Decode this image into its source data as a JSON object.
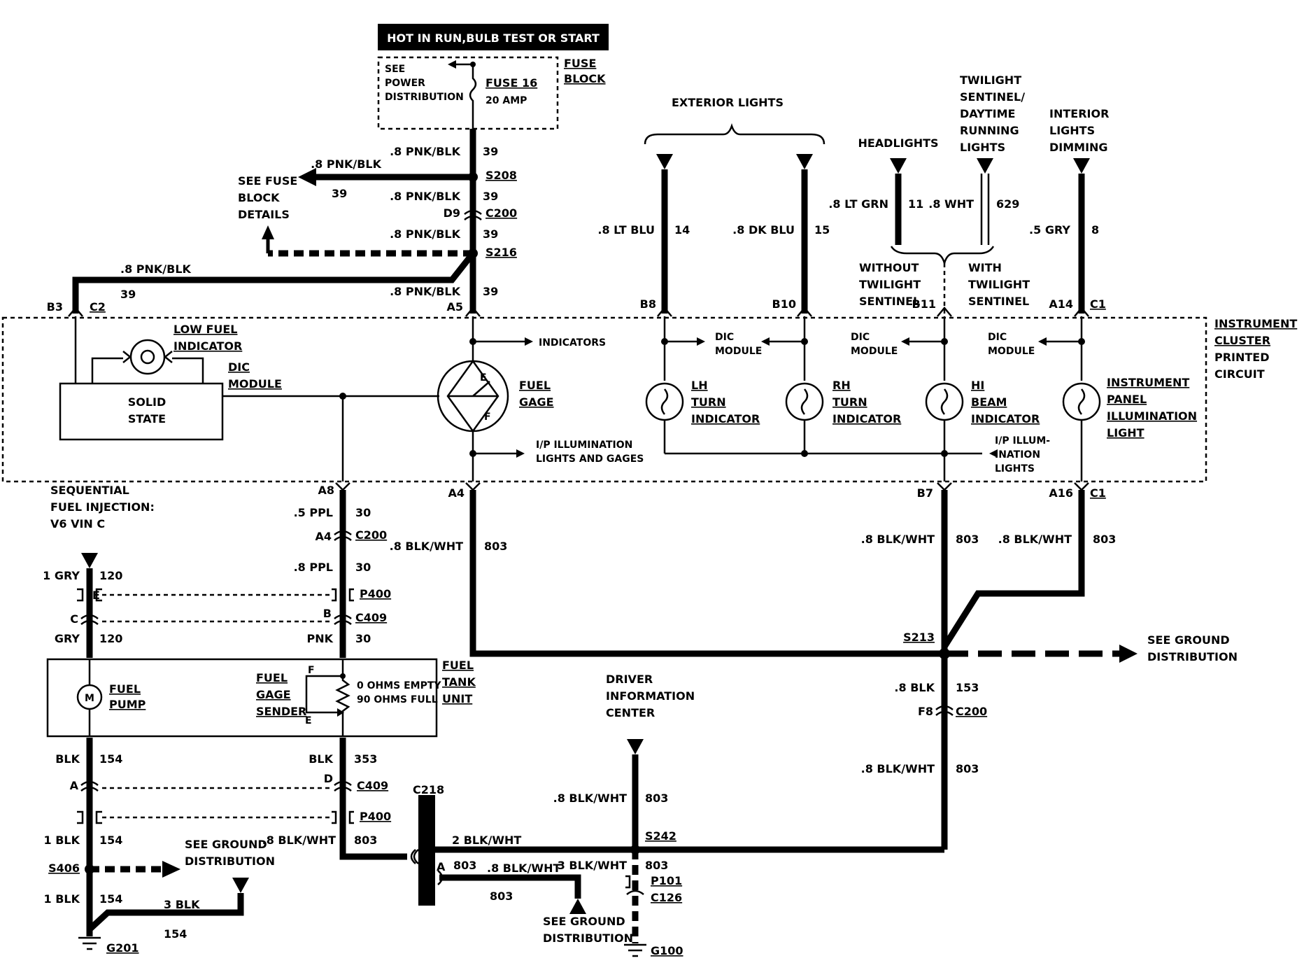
{
  "power": {
    "header": "HOT IN RUN,BULB TEST OR START",
    "see_power": [
      "SEE",
      "POWER",
      "DISTRIBUTION"
    ],
    "fuse": "FUSE 16",
    "amp": "20 AMP",
    "fuse_block": [
      "FUSE",
      "BLOCK"
    ]
  },
  "see_fuse_block": [
    "SEE FUSE",
    "BLOCK",
    "DETAILS"
  ],
  "splices": {
    "s208": "S208",
    "s216": "S216",
    "s213": "S213",
    "s242": "S242",
    "s406": "S406"
  },
  "wires": {
    "pnk1": ".8 PNK/BLK",
    "pnk2": ".8 PNK/BLK",
    "pnk3": ".8 PNK/BLK",
    "pnk4": ".8 PNK/BLK",
    "pnk5": ".8 PNK/BLK",
    "pnk6": ".8 PNK/BLK",
    "c39a": "39",
    "c39b": "39",
    "c39c": "39",
    "c39d": "39",
    "c39e": "39",
    "c39f": "39",
    "ltblu": ".8 LT BLU",
    "c14": "14",
    "dkblu": ".8 DK BLU",
    "c15": "15",
    "ltgrn": ".8 LT GRN",
    "c11": "11",
    "wht": ".8 WHT",
    "c629": "629",
    "gry": ".5 GRY",
    "c8": "8",
    "ppl1": ".5 PPL",
    "c30a": "30",
    "ppl2": ".8 PPL",
    "c30b": "30",
    "pnk": "PNK",
    "c30c": "30",
    "gry1": "1 GRY",
    "c120a": "120",
    "gry2": "GRY",
    "c120b": "120",
    "bw1": ".8 BLK/WHT",
    "c803a": "803",
    "bw2": ".8 BLK/WHT",
    "c803b": "803",
    "bw3": ".8 BLK/WHT",
    "c803c": "803",
    "blk153": ".8 BLK",
    "c153": "153",
    "bw4": ".8 BLK/WHT",
    "c803d": "803",
    "blk154": "BLK",
    "c154a": "154",
    "blk353": "BLK",
    "c353": "353",
    "blk1a": "1 BLK",
    "c154b": "154",
    "blk1b": "1 BLK",
    "c154c": "154",
    "blk3": "3 BLK",
    "c154d": "154",
    "bw5": ".8 BLK/WHT",
    "c803e": "803",
    "bw2b": "2 BLK/WHT",
    "c803f": "803",
    "bw6": ".8 BLK/WHT",
    "c803g": "803",
    "bw3b": "3 BLK/WHT",
    "c803h": "803",
    "bw7": ".8 BLK/WHT",
    "c803i": "803"
  },
  "connectors": {
    "d9": "D9",
    "c200a": "C200",
    "b3": "B3",
    "c2": "C2",
    "a5": "A5",
    "b8": "B8",
    "b10": "B10",
    "b11": "B11",
    "a14": "A14",
    "c1a": "C1",
    "a8": "A8",
    "a4": "A4",
    "b7": "B7",
    "a16": "A16",
    "c1b": "C1",
    "a4b": "A4",
    "c200b": "C200",
    "p400a": "P400",
    "b": "B",
    "c409a": "C409",
    "e": "E",
    "c": "C",
    "f8": "F8",
    "c200c": "C200",
    "a": "A",
    "d": "D",
    "c409b": "C409",
    "p400b": "P400",
    "c218": "C218",
    "a218": "A",
    "p101": "P101",
    "c126": "C126",
    "g201": "G201",
    "g100": "G100"
  },
  "top": {
    "exterior": "EXTERIOR LIGHTS",
    "headlights": "HEADLIGHTS",
    "twilight": [
      "TWILIGHT",
      "SENTINEL/",
      "DAYTIME",
      "RUNNING",
      "LIGHTS"
    ],
    "interior": [
      "INTERIOR",
      "LIGHTS",
      "DIMMING"
    ],
    "without": [
      "WITHOUT",
      "TWILIGHT",
      "SENTINEL"
    ],
    "with": [
      "WITH",
      "TWILIGHT",
      "SENTINEL"
    ]
  },
  "cluster": {
    "title": [
      "INSTRUMENT",
      "CLUSTER",
      "PRINTED",
      "CIRCUIT"
    ],
    "low_fuel": [
      "LOW FUEL",
      "INDICATOR"
    ],
    "dic_module": [
      "DIC",
      "MODULE"
    ],
    "solid_state": [
      "SOLID",
      "STATE"
    ],
    "indicators": "INDICATORS",
    "fuel_gage": [
      "FUEL",
      "GAGE"
    ],
    "gage_e": "E",
    "gage_f": "F",
    "ip_illum": [
      "I/P ILLUMINATION",
      "LIGHTS AND GAGES"
    ],
    "dic1": [
      "DIC",
      "MODULE"
    ],
    "dic2": [
      "DIC",
      "MODULE"
    ],
    "dic3": [
      "DIC",
      "MODULE"
    ],
    "lh": [
      "LH",
      "TURN",
      "INDICATOR"
    ],
    "rh": [
      "RH",
      "TURN",
      "INDICATOR"
    ],
    "hi": [
      "HI",
      "BEAM",
      "INDICATOR"
    ],
    "ipl": [
      "INSTRUMENT",
      "PANEL",
      "ILLUMINATION",
      "LIGHT"
    ],
    "ip_illum2": [
      "I/P ILLUM-",
      "INATION",
      "LIGHTS"
    ]
  },
  "sfi": [
    "SEQUENTIAL",
    "FUEL INJECTION:",
    "V6 VIN C"
  ],
  "tank": {
    "pump": [
      "FUEL",
      "PUMP"
    ],
    "motor": "M",
    "sender": [
      "FUEL",
      "GAGE",
      "SENDER"
    ],
    "f": "F",
    "e": "E",
    "ohms": [
      "0 OHMS EMPTY",
      "90 OHMS FULL"
    ],
    "unit": [
      "FUEL",
      "TANK",
      "UNIT"
    ]
  },
  "dic_center": [
    "DRIVER",
    "INFORMATION",
    "CENTER"
  ],
  "ground": {
    "right": [
      "SEE GROUND",
      "DISTRIBUTION"
    ],
    "left": [
      "SEE GROUND",
      "DISTRIBUTION"
    ],
    "bottom": [
      "SEE GROUND",
      "DISTRIBUTION"
    ]
  }
}
